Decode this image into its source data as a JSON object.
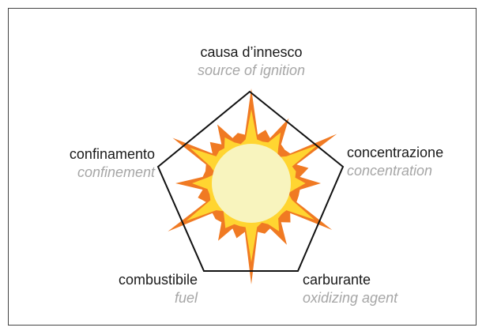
{
  "labels": {
    "top": {
      "it": "causa d’innesco",
      "en": "source of ignition"
    },
    "right": {
      "it": "concentrazione",
      "en": "concentration"
    },
    "bottom_right": {
      "it": "carburante",
      "en": "oxidizing agent"
    },
    "bottom_left": {
      "it": "combustibile",
      "en": "fuel"
    },
    "left": {
      "it": "confinamento",
      "en": "confinement"
    }
  },
  "colors": {
    "outline": "#111111",
    "burst_outer": "#f07a23",
    "burst_mid": "#ffd531",
    "burst_core": "#f8f4be",
    "text_it": "#1a1a1a",
    "text_en": "#a6a6a6"
  },
  "icons": [
    "explosion-burst-icon",
    "pentagon-outline"
  ]
}
